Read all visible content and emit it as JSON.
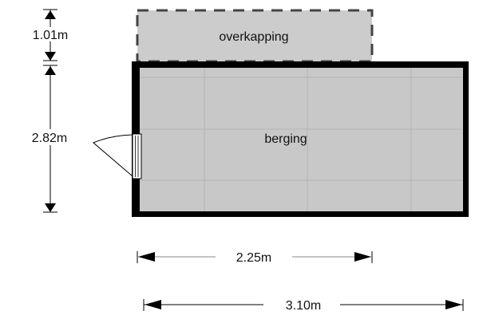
{
  "rooms": {
    "overkapping": {
      "label": "overkapping"
    },
    "berging": {
      "label": "berging"
    }
  },
  "dimensions": {
    "overkapping_depth": "1.01m",
    "berging_depth": "2.82m",
    "overkapping_width": "2.25m",
    "berging_width": "3.10m"
  },
  "colors": {
    "floor": "#c8c8c8",
    "wall": "#000000",
    "grid": "#b4b4b4",
    "roof": "#cccccc"
  }
}
